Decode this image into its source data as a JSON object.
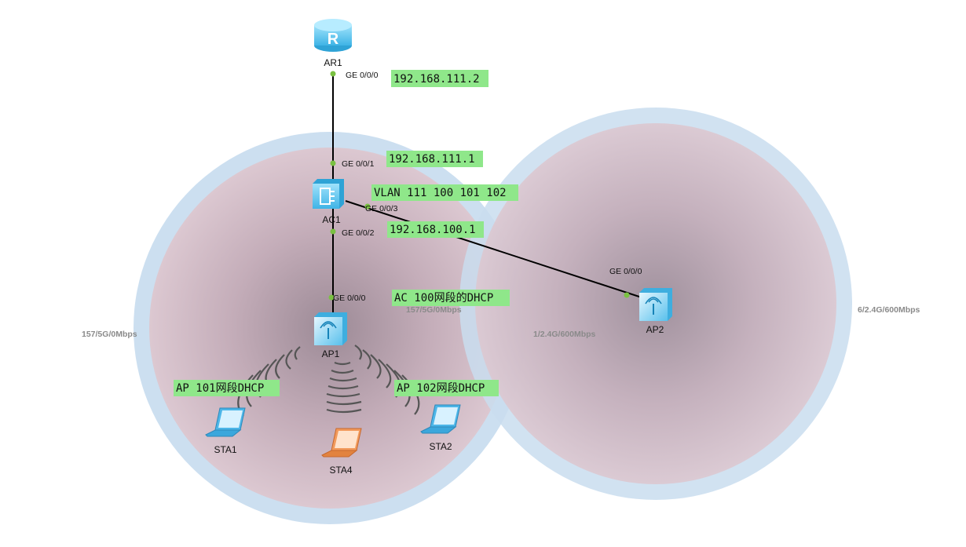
{
  "devices": {
    "ar1": "AR1",
    "ac1": "AC1",
    "ap1": "AP1",
    "ap2": "AP2",
    "sta1": "STA1",
    "sta2": "STA2",
    "sta4": "STA4"
  },
  "ports": {
    "ar1_ge000": "GE 0/0/0",
    "ac1_ge001": "GE 0/0/1",
    "ac1_ge003": "GE 0/0/3",
    "ac1_ge002": "GE 0/0/2",
    "ap1_ge000": "GE 0/0/0",
    "ap2_ge000": "GE 0/0/0"
  },
  "notes": {
    "ar1_ip": "192.168.111.2",
    "ac1_ip_111": "192.168.111.1",
    "vlan": "VLAN 111 100 101 102",
    "ac1_ip_100": "192.168.100.1",
    "ac_dhcp": "AC 100网段的DHCP",
    "ap101_dhcp": "AP 101网段DHCP",
    "ap102_dhcp": "AP 102网段DHCP"
  },
  "coverage": {
    "ap1_left": "157/5G/0Mbps",
    "ap1_right": "157/5G/0Mbps",
    "ap2_left": "1/2.4G/600Mbps",
    "ap2_right": "6/2.4G/600Mbps"
  },
  "colors": {
    "coverage_ring": "#c9ddef",
    "coverage_fill_center": "#9c8a96",
    "coverage_fill_edge": "#dcc5cf",
    "note_bg": "#8fe78a",
    "link": "#000000",
    "port_dot": "#7ac142",
    "device_blue": "#5fc3ef",
    "sta4_orange": "#f29a5b"
  }
}
